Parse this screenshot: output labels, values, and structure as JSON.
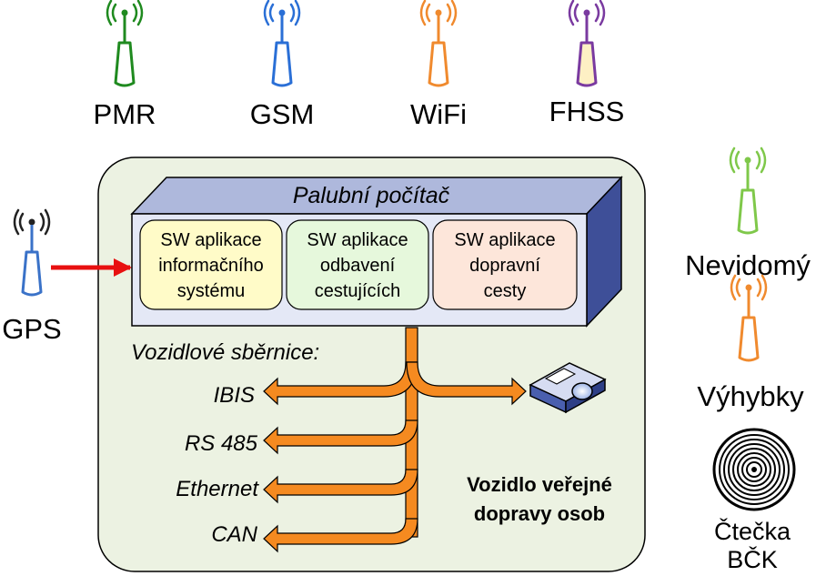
{
  "antennas": {
    "pmr": {
      "label": "PMR",
      "color": "#1f8a1f"
    },
    "gsm": {
      "label": "GSM",
      "color": "#2a6fd6"
    },
    "wifi": {
      "label": "WiFi",
      "color": "#f08a2e"
    },
    "fhss": {
      "label": "FHSS",
      "color": "#7a3aa0"
    },
    "gps": {
      "label": "GPS",
      "color": "#3a72c8"
    },
    "nevidomy": {
      "label": "Nevidomý",
      "color": "#7fc84a"
    },
    "vyhybky": {
      "label": "Výhybky",
      "color": "#f08a2e"
    }
  },
  "reader": {
    "line1": "Čtečka",
    "line2": "BČK"
  },
  "vehicle": {
    "line1": "Vozidlo veřejné",
    "line2": "dopravy osob"
  },
  "computer": {
    "title": "Palubní počítač",
    "apps": [
      {
        "line1": "SW aplikace",
        "line2": "informačního",
        "line3": "systému",
        "color": "#fffbc8"
      },
      {
        "line1": "SW aplikace",
        "line2": "odbavení",
        "line3": "cestujících",
        "color": "#e6f8dc"
      },
      {
        "line1": "SW aplikace",
        "line2": "dopravní",
        "line3": "cesty",
        "color": "#fde6da"
      }
    ]
  },
  "bus": {
    "heading": "Vozidlové sběrnice:",
    "items": [
      "IBIS",
      "RS 485",
      "Ethernet",
      "CAN"
    ]
  },
  "colors": {
    "vehicle_fill": "#ecf2e2",
    "box_front": "#e4e8f6",
    "box_top": "#aeb8dc",
    "box_side": "#3e4f98",
    "bus_arrow": "#f58a20",
    "gps_arrow": "#e81010"
  }
}
